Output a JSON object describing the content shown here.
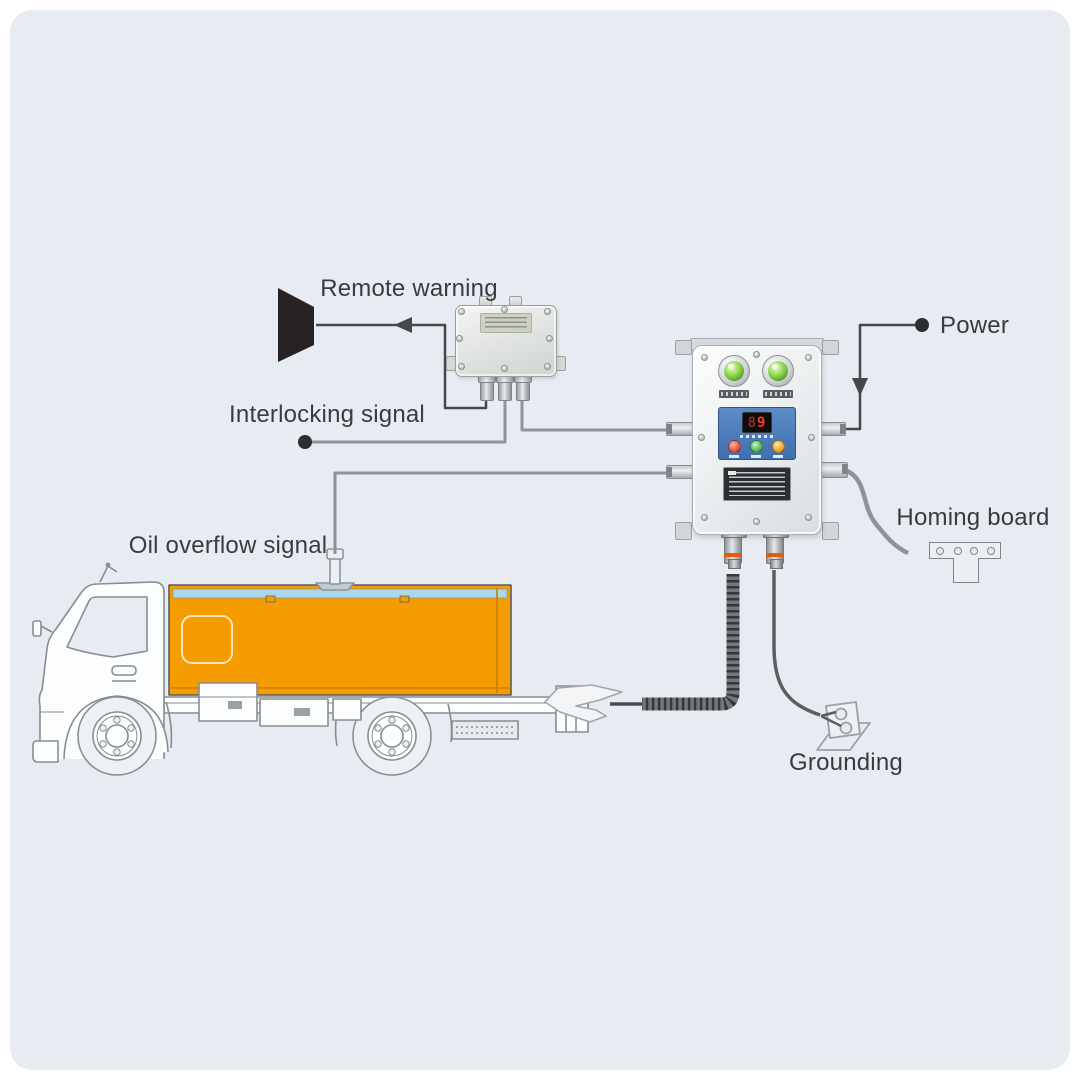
{
  "canvas": {
    "background": "#e7ecf2",
    "frame": "#ffffff"
  },
  "labels": {
    "remote_warning": "Remote warning",
    "interlocking_signal": "Interlocking signal",
    "oil_overflow_signal": "Oil overflow signal",
    "power": "Power",
    "homing_board": "Homing board",
    "grounding": "Grounding"
  },
  "controller": {
    "name": "overfill-protection-controller",
    "display": {
      "dim_digit": "8",
      "bright_digit": "9",
      "digit_color": "#ff3a1c"
    },
    "lamps": [
      {
        "name": "left-indicator-lamp",
        "color": "#6cc13c"
      },
      {
        "name": "right-indicator-lamp",
        "color": "#6cc13c"
      }
    ],
    "buttons": [
      {
        "name": "red-button",
        "color": "#e2574a"
      },
      {
        "name": "green-button",
        "color": "#58b75c"
      },
      {
        "name": "yellow-button",
        "color": "#f0a832"
      }
    ],
    "panel_color": "#4a7ec0"
  },
  "junction_box": {
    "name": "signal-junction-box"
  },
  "truck": {
    "name": "oil-tanker-truck",
    "tank_color": "#f59d00",
    "tank_top_color": "#a8d8ea"
  },
  "wires": {
    "dark": "#45484b",
    "gray": "#8d9399"
  }
}
